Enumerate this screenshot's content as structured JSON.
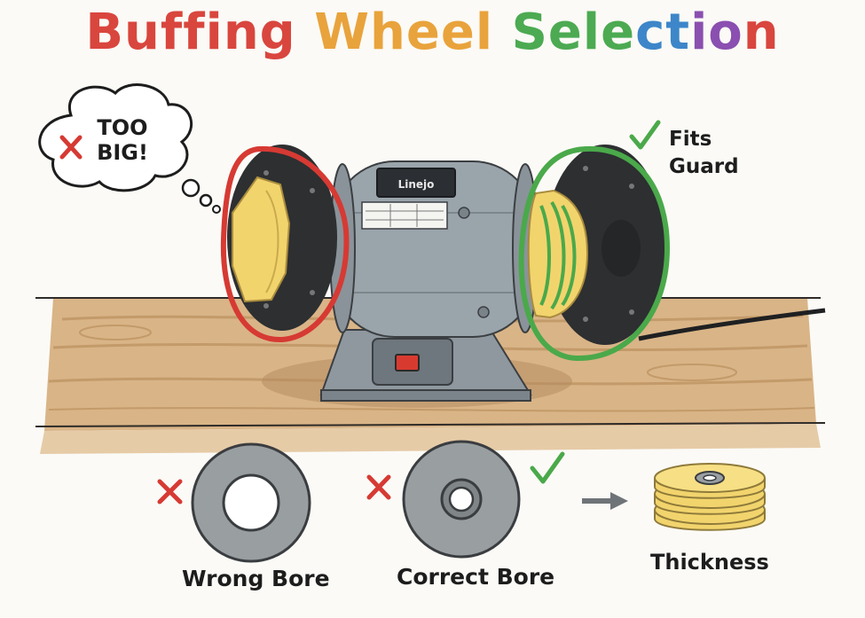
{
  "title": {
    "words": [
      {
        "text": "Buffing",
        "color": "#d9463e"
      },
      {
        "text": "Wheel",
        "color": "#e9a33c"
      },
      {
        "text": "Selection",
        "color": "mixed"
      }
    ],
    "selection_letters": [
      {
        "ch": "S",
        "color": "#4caa52"
      },
      {
        "ch": "e",
        "color": "#4caa52"
      },
      {
        "ch": "l",
        "color": "#4caa52"
      },
      {
        "ch": "e",
        "color": "#4caa52"
      },
      {
        "ch": "c",
        "color": "#3d86c9"
      },
      {
        "ch": "t",
        "color": "#3d86c9"
      },
      {
        "ch": "i",
        "color": "#8a4fb0"
      },
      {
        "ch": "o",
        "color": "#8a4fb0"
      },
      {
        "ch": "n",
        "color": "#d9463e"
      }
    ]
  },
  "callouts": {
    "too_big_line1": "TOO",
    "too_big_line2": "BIG!",
    "fits_line1": "Fits",
    "fits_line2": "Guard"
  },
  "grinder": {
    "brand": "Linejo"
  },
  "bottom": {
    "wrong_bore": "Wrong Bore",
    "correct_bore": "Correct Bore",
    "thickness": "Thickness"
  },
  "colors": {
    "wrong": "#d63a33",
    "right": "#4aa94a",
    "wood": "#d9b487",
    "metal": "#9aa4ab",
    "buff": "#f2d46d"
  }
}
